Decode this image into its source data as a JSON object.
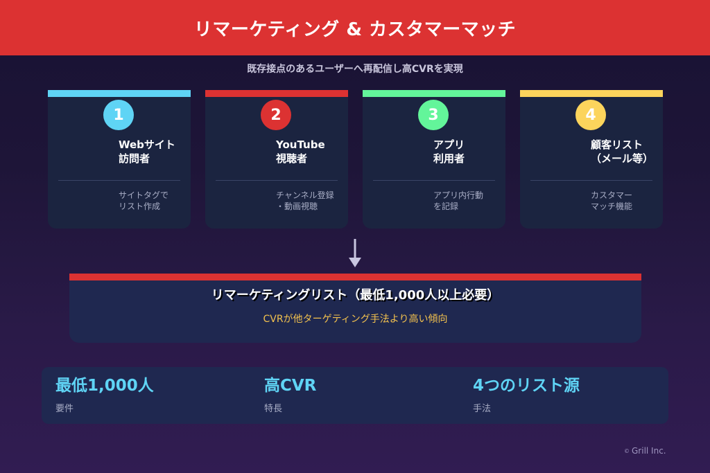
{
  "header": {
    "title": "リマーケティング & カスタマーマッチ",
    "background_color": "#dc3232"
  },
  "subtitle": "既存接点のあるユーザーへ再配信し高CVRを実現",
  "sources": [
    {
      "number": "1",
      "title": "Webサイト\n訪問者",
      "description": "サイトタグで\nリスト作成",
      "color": "#5fd4f5"
    },
    {
      "number": "2",
      "title": "YouTube\n視聴者",
      "description": "チャンネル登録\n・動画視聴",
      "color": "#dc3232"
    },
    {
      "number": "3",
      "title": "アプリ\n利用者",
      "description": "アプリ内行動\nを記録",
      "color": "#63f59a"
    },
    {
      "number": "4",
      "title": "顧客リスト\n（メール等）",
      "description": "カスタマー\nマッチ機能",
      "color": "#fcd45c"
    }
  ],
  "arrow_icon": "arrow-down-icon",
  "result": {
    "title": "リマーケティングリスト（最低1,000人以上必要）",
    "subtitle": "CVRが他ターゲティング手法より高い傾向",
    "accent_color": "#dc3232"
  },
  "summary": {
    "stats": [
      {
        "value": "最低1,000人",
        "label": "要件"
      },
      {
        "value": "高CVR",
        "label": "特長"
      },
      {
        "value": "4つのリスト源",
        "label": "手法"
      }
    ],
    "value_color": "#5fd4f5"
  },
  "footer": {
    "copyright_symbol": "©",
    "company": "Grill Inc."
  }
}
